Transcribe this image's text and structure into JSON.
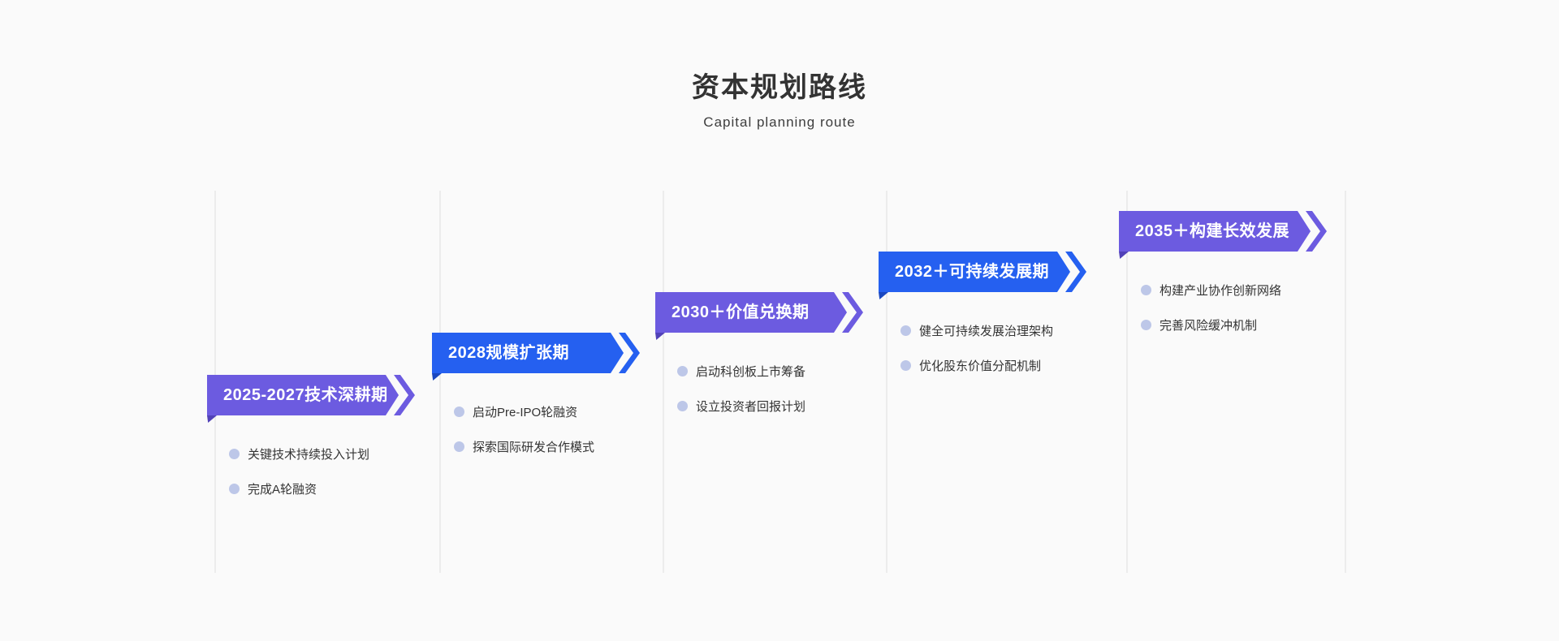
{
  "page": {
    "title": "资本规划路线",
    "subtitle": "Capital planning route"
  },
  "colors": {
    "background": "#fafafa",
    "purple_banner": "#6c5be0",
    "blue_banner": "#2560f0",
    "bullet_dot": "#bdc7e8",
    "divider_line": "#ececec",
    "title_text": "#333333",
    "banner_text": "#ffffff"
  },
  "stages": [
    {
      "title": "2025-2027技术深耕期",
      "color": "purple",
      "items": [
        "关键技术持续投入计划",
        "完成A轮融资"
      ]
    },
    {
      "title": "2028规模扩张期",
      "color": "blue",
      "items": [
        "启动Pre-IPO轮融资",
        "探索国际研发合作模式"
      ]
    },
    {
      "title": "2030＋价值兑换期",
      "color": "purple",
      "items": [
        "启动科创板上市筹备",
        "设立投资者回报计划"
      ]
    },
    {
      "title": "2032＋可持续发展期",
      "color": "blue",
      "items": [
        "健全可持续发展治理架构",
        "优化股东价值分配机制"
      ]
    },
    {
      "title": "2035＋构建长效发展",
      "color": "purple",
      "items": [
        "构建产业协作创新网络",
        "完善风险缓冲机制"
      ]
    }
  ]
}
